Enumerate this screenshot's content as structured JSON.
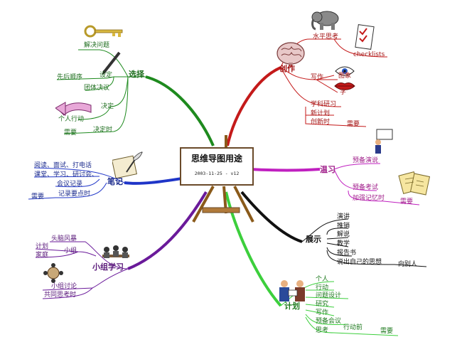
{
  "center": {
    "title": "思维导图用途",
    "subtitle": "2003-11-25 - v12"
  },
  "branches": {
    "choose": {
      "label": "选择",
      "items": [
        "解决问题",
        "先后顺序",
        "设定",
        "团体决议",
        "决定",
        "个人行动",
        "决定时",
        "需要"
      ]
    },
    "create": {
      "label": "创作",
      "items": [
        "水平思考",
        "checklists",
        "写作",
        "图象",
        "字",
        "学科研习",
        "新计划",
        "创新时",
        "需要"
      ]
    },
    "review": {
      "label": "温习",
      "items": [
        "预备演说",
        "预备考试",
        "加强记忆时",
        "需要"
      ]
    },
    "present": {
      "label": "展示",
      "items": [
        "演讲",
        "推销",
        "解说",
        "教学",
        "报告书",
        "说出自己的思想",
        "向别人"
      ]
    },
    "notes": {
      "label": "笔记",
      "items": [
        "阅读、面试、打电话",
        "课堂、学习、研讨会、",
        "会议记录",
        "记录要点时",
        "需要"
      ]
    },
    "group": {
      "label": "小组学习",
      "items": [
        "头脑风暴",
        "计划",
        "小组",
        "家庭",
        "小组讨论",
        "共同思考时"
      ]
    },
    "plan": {
      "label": "计划",
      "items": [
        "个人",
        "行动",
        "问题设计",
        "研究",
        "写作",
        "预备会议",
        "思考",
        "行动前",
        "需要"
      ]
    }
  },
  "colors": {
    "choose": "#1e8a1e",
    "create": "#c41a1a",
    "review": "#c020c0",
    "present": "#111111",
    "notes": "#1f35c8",
    "group": "#6a1a9a",
    "plan": "#3ccf3c"
  },
  "icons": [
    "key-icon",
    "pencil-icon",
    "arrow-icon",
    "brain-icon",
    "elephant-icon",
    "checklist-icon",
    "eye-icon",
    "lips-icon",
    "quill-paper-icon",
    "easel-icon",
    "presenter-icon",
    "papers-icon",
    "meeting-icon",
    "group-circle-icon",
    "planning-people-icon"
  ]
}
